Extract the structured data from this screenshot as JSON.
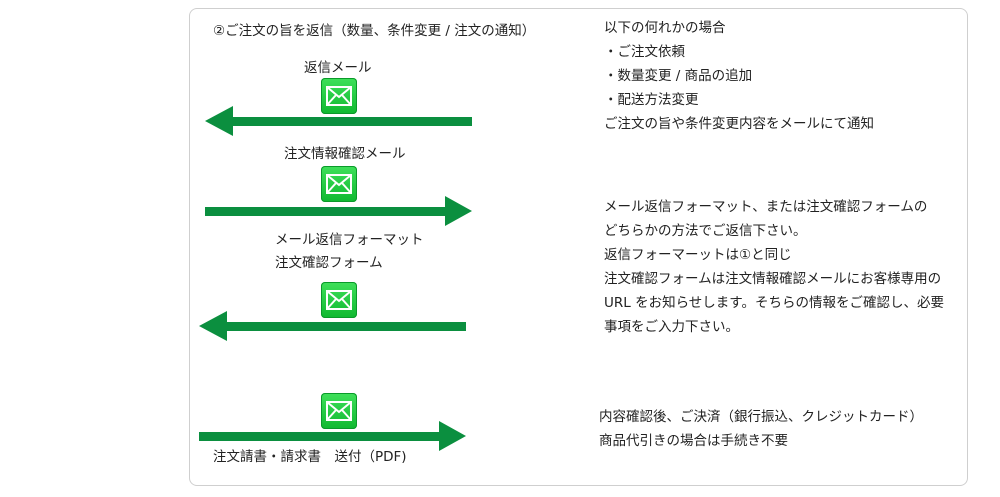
{
  "title": "②ご注文の旨を返信（数量、条件変更 / 注文の通知）",
  "colors": {
    "arrow": "#0b8f3f",
    "mail_icon": "#22c93d",
    "border": "#cfcfcf"
  },
  "flows": [
    {
      "direction": "left",
      "labels": [
        "返信メール"
      ]
    },
    {
      "direction": "right",
      "labels": [
        "注文情報確認メール"
      ]
    },
    {
      "direction": "left",
      "labels": [
        "メール返信フォーマット",
        "注文確認フォーム"
      ]
    },
    {
      "direction": "right",
      "labels": [
        "注文請書・請求書　送付（PDF)"
      ]
    }
  ],
  "notes": [
    {
      "lines": [
        "以下の何れかの場合",
        "・ご注文依頼",
        "・数量変更 / 商品の追加",
        "・配送方法変更",
        "ご注文の旨や条件変更内容をメールにて通知"
      ]
    },
    {
      "lines": [
        "メール返信フォーマット、または注文確認フォームの",
        "どちらかの方法でご返信下さい。",
        "返信フォーマーットは①と同じ",
        "注文確認フォームは注文情報確認メールにお客様専用の",
        "URL をお知らせします。そちらの情報をご確認し、必要",
        "事項をご入力下さい。"
      ]
    },
    {
      "lines": [
        "内容確認後、ご決済（銀行振込、クレジットカード）",
        "商品代引きの場合は手続き不要"
      ]
    }
  ]
}
